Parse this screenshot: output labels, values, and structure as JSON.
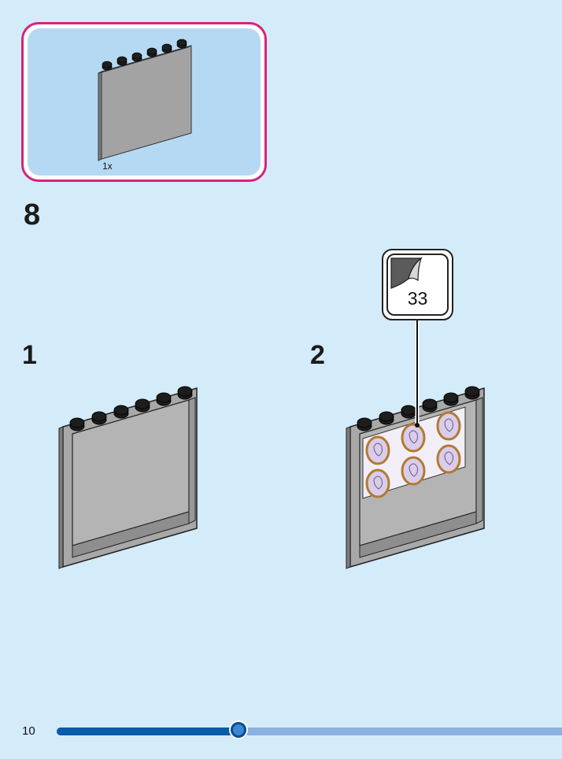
{
  "parts_callout": {
    "quantity": "1x",
    "part": "panel-1x6x5-grey"
  },
  "step": {
    "number": "8",
    "substeps": [
      {
        "label": "1"
      },
      {
        "label": "2"
      }
    ]
  },
  "sticker": {
    "number": "33"
  },
  "footer": {
    "page_number": "10",
    "progress_fraction": 0.36
  },
  "colors": {
    "background": "#d4ebf9",
    "parts_border": "#d6237a",
    "parts_fill": "#b5d9f3",
    "brick_grey": "#a3a3a3",
    "progress_dark": "#0a5ba8",
    "progress_light": "#8ab1e0"
  }
}
